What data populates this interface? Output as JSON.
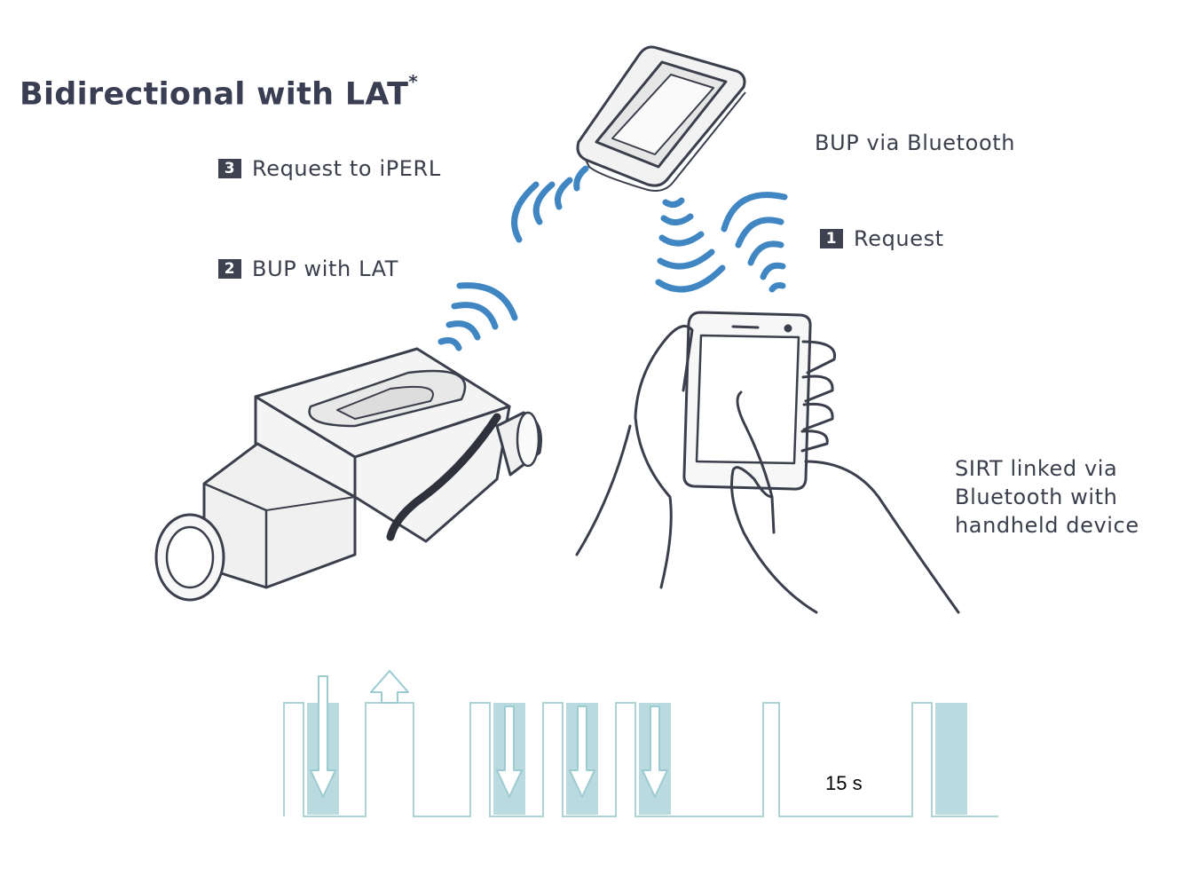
{
  "title": {
    "text": "Bidirectional with LAT",
    "mark": "*"
  },
  "steps": [
    {
      "number": "3",
      "label": "Request to iPERL"
    },
    {
      "number": "2",
      "label": "BUP with LAT"
    },
    {
      "number": "1",
      "label": "Request"
    }
  ],
  "labels": {
    "bup_bluetooth": "BUP via Bluetooth",
    "sirt_line1": "SIRT linked via",
    "sirt_line2": "Bluetooth with",
    "sirt_line3": "handheld device"
  },
  "timeline": {
    "duration_label": "15 s"
  },
  "colors": {
    "wave": "#3f86c2",
    "ink": "#3b3f4c",
    "pulse_line": "#aed3d7",
    "pulse_fill": "#b9dbdf"
  },
  "icons": [
    "handheld-device-icon",
    "water-meter-icon",
    "smartphone-hand-icon",
    "bluetooth-wave-icon"
  ]
}
